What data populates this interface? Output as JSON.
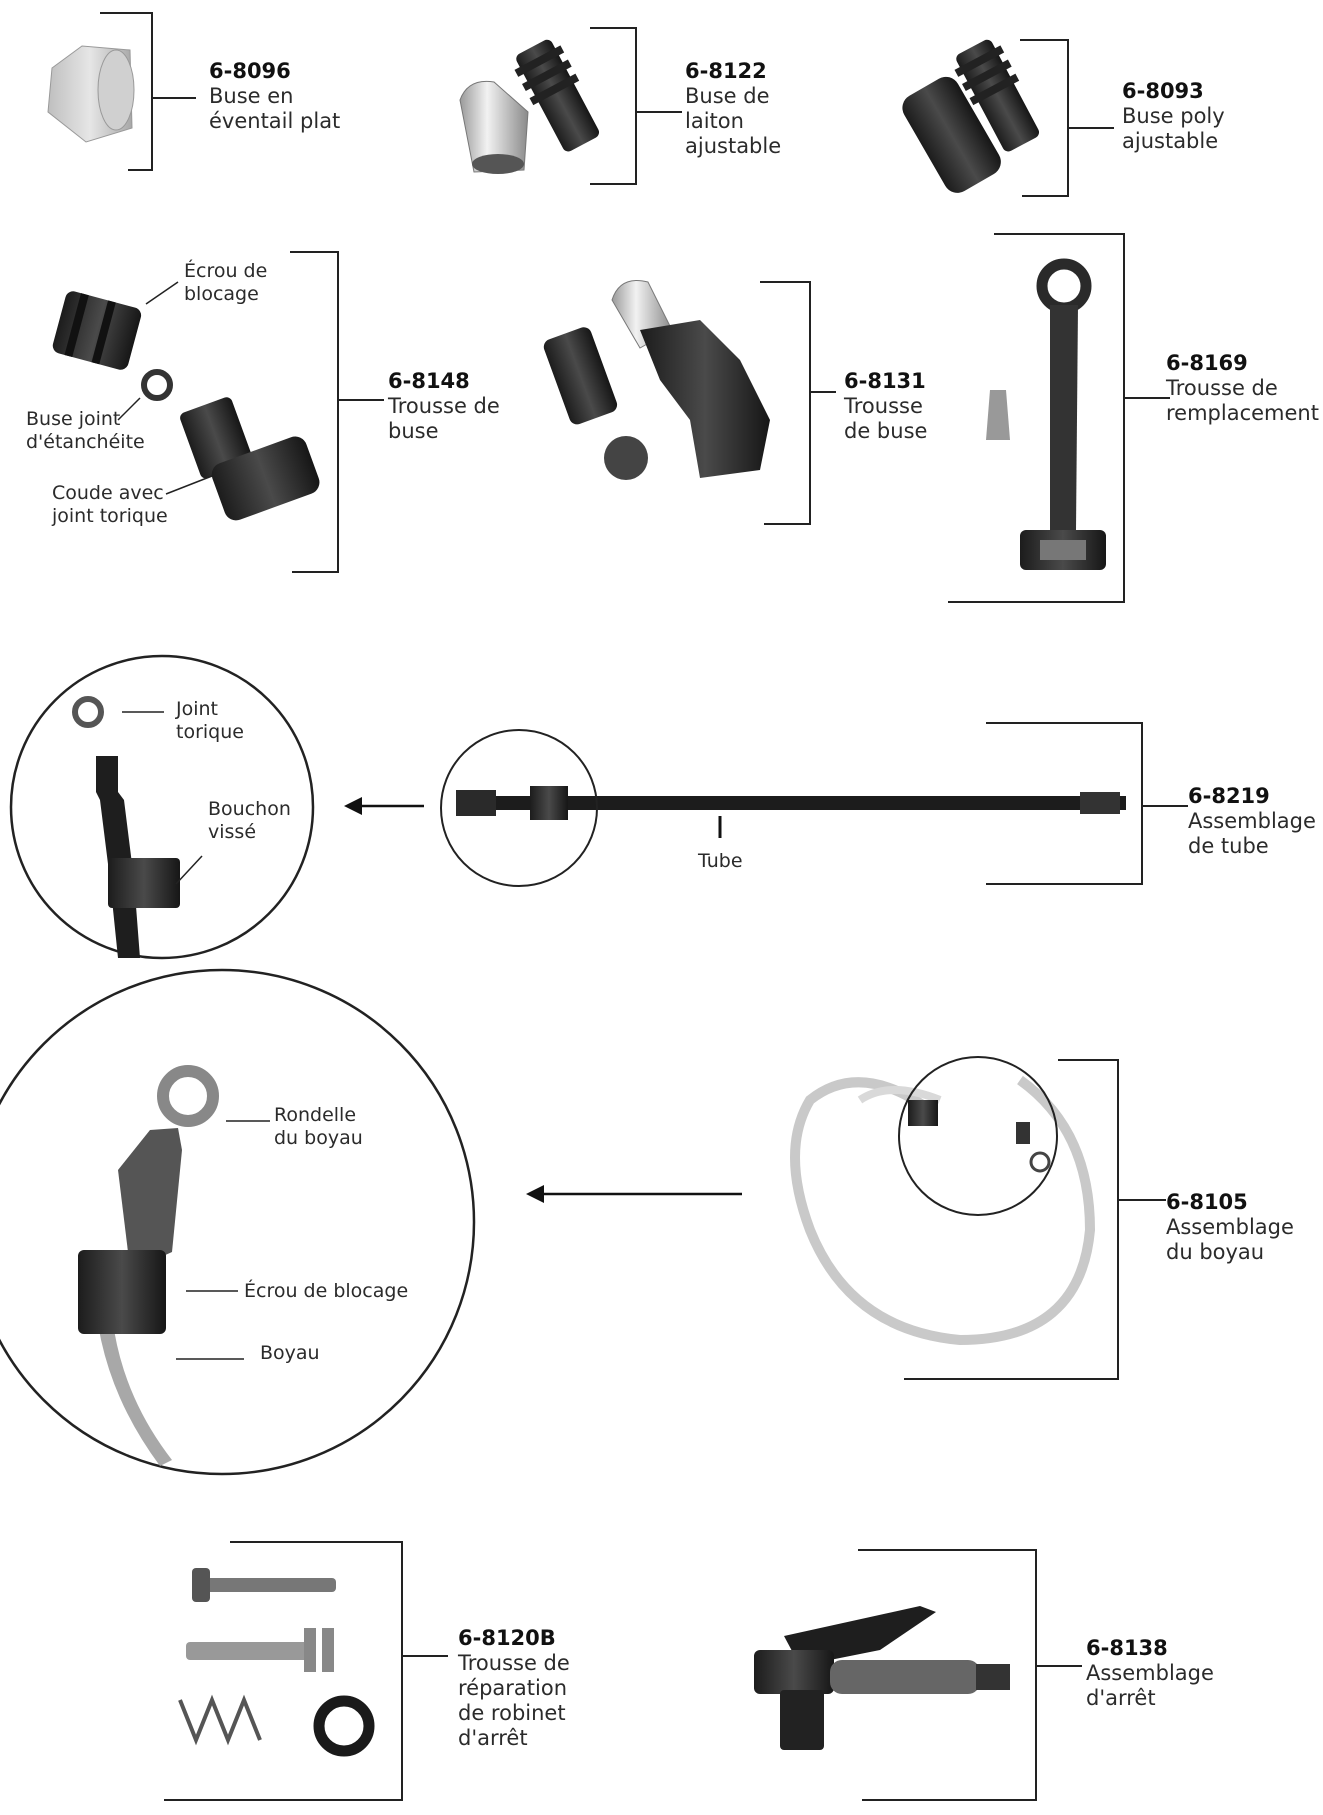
{
  "parts": [
    {
      "code": "6-8096",
      "lines": [
        "Buse en",
        "éventail plat"
      ]
    },
    {
      "code": "6-8122",
      "lines": [
        "Buse de",
        "laiton",
        "ajustable"
      ]
    },
    {
      "code": "6-8093",
      "lines": [
        "Buse poly",
        "ajustable"
      ]
    },
    {
      "code": "6-8148",
      "lines": [
        "Trousse de",
        "buse"
      ]
    },
    {
      "code": "6-8131",
      "lines": [
        "Trousse",
        "de buse"
      ]
    },
    {
      "code": "6-8169",
      "lines": [
        "Trousse de",
        "remplacement"
      ]
    },
    {
      "code": "6-8219",
      "lines": [
        "Assemblage",
        "de tube"
      ]
    },
    {
      "code": "6-8105",
      "lines": [
        "Assemblage",
        "du boyau"
      ]
    },
    {
      "code": "6-8120B",
      "lines": [
        "Trousse de",
        "réparation",
        "de robinet",
        "d'arrêt"
      ]
    },
    {
      "code": "6-8138",
      "lines": [
        "Assemblage",
        "d'arrêt"
      ]
    }
  ],
  "callouts": {
    "ecrou_blocage_1": [
      "Écrou de",
      "blocage"
    ],
    "buse_joint": [
      "Buse joint",
      "d'étanchéite"
    ],
    "coude": [
      "Coude avec",
      "joint torique"
    ],
    "joint_torique": [
      "Joint",
      "torique"
    ],
    "bouchon": [
      "Bouchon",
      "vissé"
    ],
    "tube": [
      "Tube"
    ],
    "rondelle": [
      "Rondelle",
      "du boyau"
    ],
    "ecrou_blocage_2": [
      "Écrou de blocage"
    ],
    "boyau": [
      "Boyau"
    ]
  }
}
